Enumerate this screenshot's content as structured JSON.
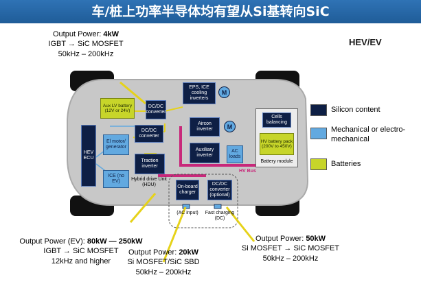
{
  "title": "车/桩上功率半导体均有望从Si基转向SiC",
  "tag": "HEV/EV",
  "colors": {
    "navy": "#0e1f45",
    "mechanical": "#62a9e0",
    "battery": "#c7d52a",
    "bus": "#c8287a",
    "title_bg": "#2f73b5"
  },
  "legend": [
    {
      "label": "Silicon content",
      "color": "#0e1f45"
    },
    {
      "label": "Mechanical or electro-mechanical",
      "color": "#62a9e0"
    },
    {
      "label": "Batteries",
      "color": "#c7d52a"
    }
  ],
  "blocks": {
    "aux_battery": "Aux LV battery (12V or 24V)",
    "dcdc_top": "DC/DC converter",
    "eps": "EPS, ICE cooling inverters",
    "motor": "M",
    "aircon": "Aircon inverter",
    "auxiliary": "Auxiliary inverter",
    "ac_loads": "AC loads",
    "hev_ecu": "HEV ECU",
    "dcdc_mid": "DC/DC converter",
    "em_gen": "El motor/ generator",
    "traction": "Traction inverter",
    "ice": "ICE (no EV)",
    "hdu": "Hybrid drive Unit (HDU)",
    "cells_balancing": "Cells balancing",
    "hv_battery": "HV battery pack (200V to 450V)",
    "battery_module": "Battery module",
    "hv_bus": "HV Bus",
    "onboard_charger": "On-board charger",
    "dcdc_optional": "DC/DC converter (optional)",
    "ac_input": "(AC input)",
    "fast_charging": "Fast charging (DC)"
  },
  "annotations": {
    "top_left": {
      "line1_prefix": "Output Power: ",
      "line1_value": "4kW",
      "line2": "IGBT → SiC MOSFET",
      "line3": "50kHz – 200kHz"
    },
    "bottom_left": {
      "line1_prefix": "Output Power (EV): ",
      "line1_value": "80kW — 250kW",
      "line2": "IGBT → SiC MOSFET",
      "line3": "12kHz and higher"
    },
    "bottom_mid": {
      "line1_prefix": "Output Power: ",
      "line1_value": "20kW",
      "line2": "Si MOSFET/SiC SBD",
      "line3": "50kHz – 200kHz"
    },
    "bottom_right": {
      "line1_prefix": "Output Power: ",
      "line1_value": "50kW",
      "line2": "Si MOSFET → SiC MOSFET",
      "line3": "50kHz – 200kHz"
    }
  }
}
